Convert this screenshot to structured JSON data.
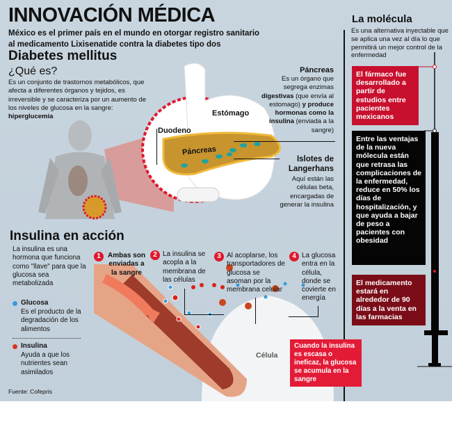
{
  "title": "INNOVACIÓN MÉDICA",
  "subtitle": [
    "México es el primer país en el mundo en otorgar registro sanitario",
    "al medicamento Lixisenatide contra la diabetes tipo dos"
  ],
  "diabetes": {
    "heading": "Diabetes mellitus",
    "question": "¿Qué es?",
    "text": "Es un conjunto de trastornos metabólicos, que afecta a diferentes órganos y tejidos, es irreversible y se caracteriza por un aumento de los niveles de glucosa en la sangre:",
    "highlight": "hiperglucemia"
  },
  "anatomy": {
    "stomach": "Estómago",
    "duodenum": "Duodeno",
    "pancreas": "Páncreas"
  },
  "pancreas_info": {
    "heading": "Páncreas",
    "t1": "Es un órgano que segrega enzimas",
    "b1": "digestivas",
    "t2": "(que envía al estomago)",
    "b2": "y produce hormonas como la insulina",
    "t3": "(enviada a la sangre)"
  },
  "islets": {
    "heading": "Islotes de Langerhans",
    "text": "Aquí están las células beta, encargadas de generar la insulina"
  },
  "molecule": {
    "heading": "La molécula",
    "text": "Es una alternativa inyectable que se aplica una vez al día lo que permitirá un mejor control de la enfermedad",
    "box1": "El fármaco fue desarrollado a partir de estudios entre pacientes mexicanos",
    "box2": "Entre las ventajas de la nueva mólecula están que retrasa las complicaciones de la enfermedad, reduce en 50% los días de hospitalización, y que ayuda a bajar de peso a pacientes con obesidad",
    "box3": "El medicamento estará en alrededor de 90 días a la venta en las farmacias"
  },
  "insulin": {
    "heading": "Insulina en acción",
    "intro": "La insulina es una hormona que funciona como \"llave\" para que la glucosa sea metabolizada",
    "glucose_label": "Glucosa",
    "glucose_text": "Es el producto de la degradación de los alimentos",
    "insulin_label": "Insulina",
    "insulin_text": "Ayuda a que los nutrientes sean asimilados",
    "steps": [
      {
        "n": "1",
        "text": "Ambas son enviadas a la sangre"
      },
      {
        "n": "2",
        "text": "La insulina se acopla a la membrana de las células"
      },
      {
        "n": "3",
        "text": "Al acoplarse, los transportadores de glucosa se asoman por la membrana celular"
      },
      {
        "n": "4",
        "text": "La glucosa entra en la célula, donde se covierte en energía"
      }
    ],
    "cell": "Célula",
    "warning": "Cuando la insulina es escasa o ineficaz, la glucosa se acumula en la sangre"
  },
  "source": "Fuente: Cofepris",
  "colors": {
    "red": "#c8102e",
    "dark_red": "#7a0d18",
    "bright_red": "#e31b37",
    "glucose": "#3a9ad9",
    "background": "#c5d3de"
  }
}
